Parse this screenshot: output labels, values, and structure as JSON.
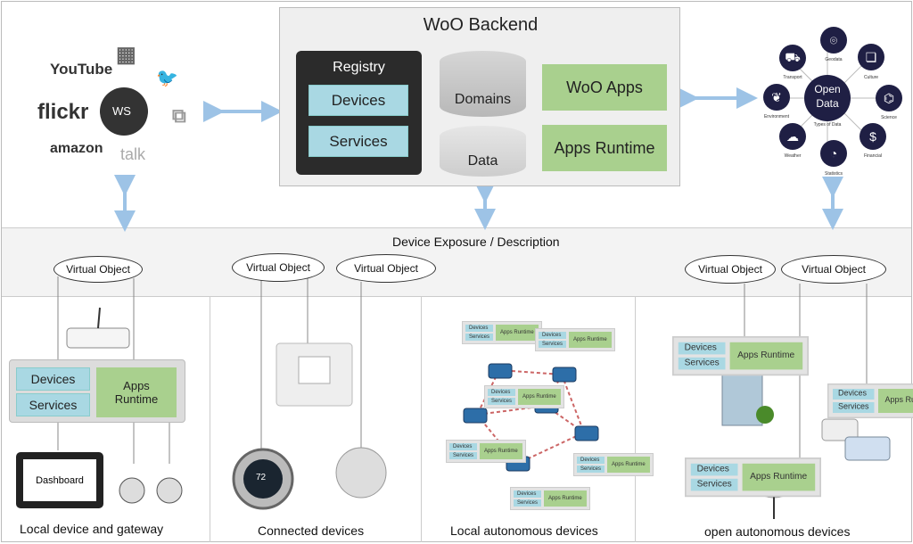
{
  "backend": {
    "title": "WoO Backend",
    "registry": {
      "title": "Registry",
      "devices": "Devices",
      "services": "Services"
    },
    "domains": "Domains",
    "data": "Data",
    "woo_apps": "WoO Apps",
    "apps_runtime": "Apps Runtime"
  },
  "web_services": {
    "center": "WS",
    "logos": [
      "YouTube",
      "flickr",
      "amazon",
      "talk"
    ]
  },
  "open_data": {
    "center": "Open Data",
    "subtitle": "Types of Data",
    "categories": [
      "Geodata",
      "Culture",
      "Science",
      "Financial",
      "Statistics",
      "Weather",
      "Environment",
      "Transport"
    ]
  },
  "exposure_band": {
    "title": "Device Exposure / Description"
  },
  "virtual_object": "Virtual Object",
  "gateway": {
    "devices": "Devices",
    "services": "Services",
    "apps_runtime": "Apps Runtime",
    "dashboard": "Dashboard"
  },
  "thermostat_value": "72",
  "mini": {
    "devices": "Devices",
    "services": "Services",
    "apps_runtime": "Apps Runtime"
  },
  "sections": [
    "Local device and gateway",
    "Connected devices",
    "Local autonomous devices",
    "open autonomous devices"
  ],
  "colors": {
    "arrow": "#9dc3e6",
    "blue_box": "#a9d8e3",
    "green_box": "#a9d08e",
    "registry": "#2b2b2b"
  }
}
